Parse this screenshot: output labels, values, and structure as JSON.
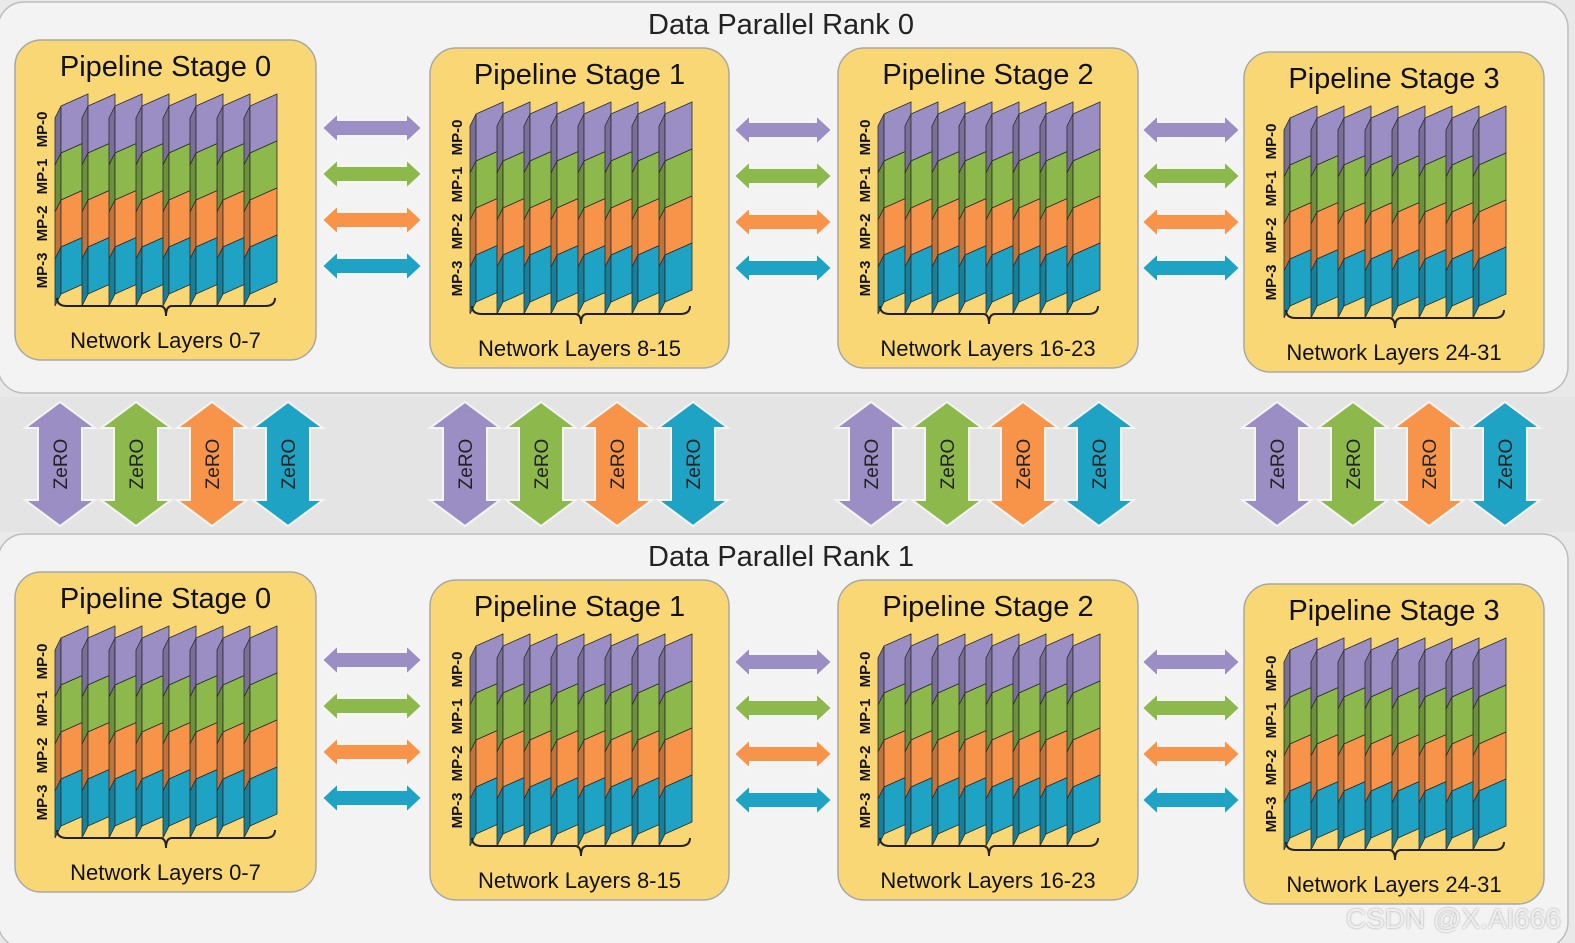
{
  "colors": {
    "mp0": "#9b8ec4",
    "mp1": "#8cb84c",
    "mp2": "#f7944a",
    "mp3": "#1ea3c4",
    "stage_fill": "#f9d774",
    "stage_border": "#a8a8a8",
    "rank_fill": "#f3f3f3",
    "gap_fill": "#e4e4e4"
  },
  "mp_labels": [
    "MP-0",
    "MP-1",
    "MP-2",
    "MP-3"
  ],
  "zero_label": "ZeRO",
  "ranks": [
    {
      "title": "Data Parallel Rank 0",
      "stages": [
        {
          "title": "Pipeline Stage 0",
          "layers": "Network Layers 0-7"
        },
        {
          "title": "Pipeline Stage 1",
          "layers": "Network Layers 8-15"
        },
        {
          "title": "Pipeline Stage 2",
          "layers": "Network Layers 16-23"
        },
        {
          "title": "Pipeline Stage 3",
          "layers": "Network Layers 24-31"
        }
      ]
    },
    {
      "title": "Data Parallel Rank 1",
      "stages": [
        {
          "title": "Pipeline Stage 0",
          "layers": "Network Layers 0-7"
        },
        {
          "title": "Pipeline Stage 1",
          "layers": "Network Layers 8-15"
        },
        {
          "title": "Pipeline Stage 2",
          "layers": "Network Layers 16-23"
        },
        {
          "title": "Pipeline Stage 3",
          "layers": "Network Layers 24-31"
        }
      ]
    }
  ],
  "watermark": "CSDN @X.AI666"
}
